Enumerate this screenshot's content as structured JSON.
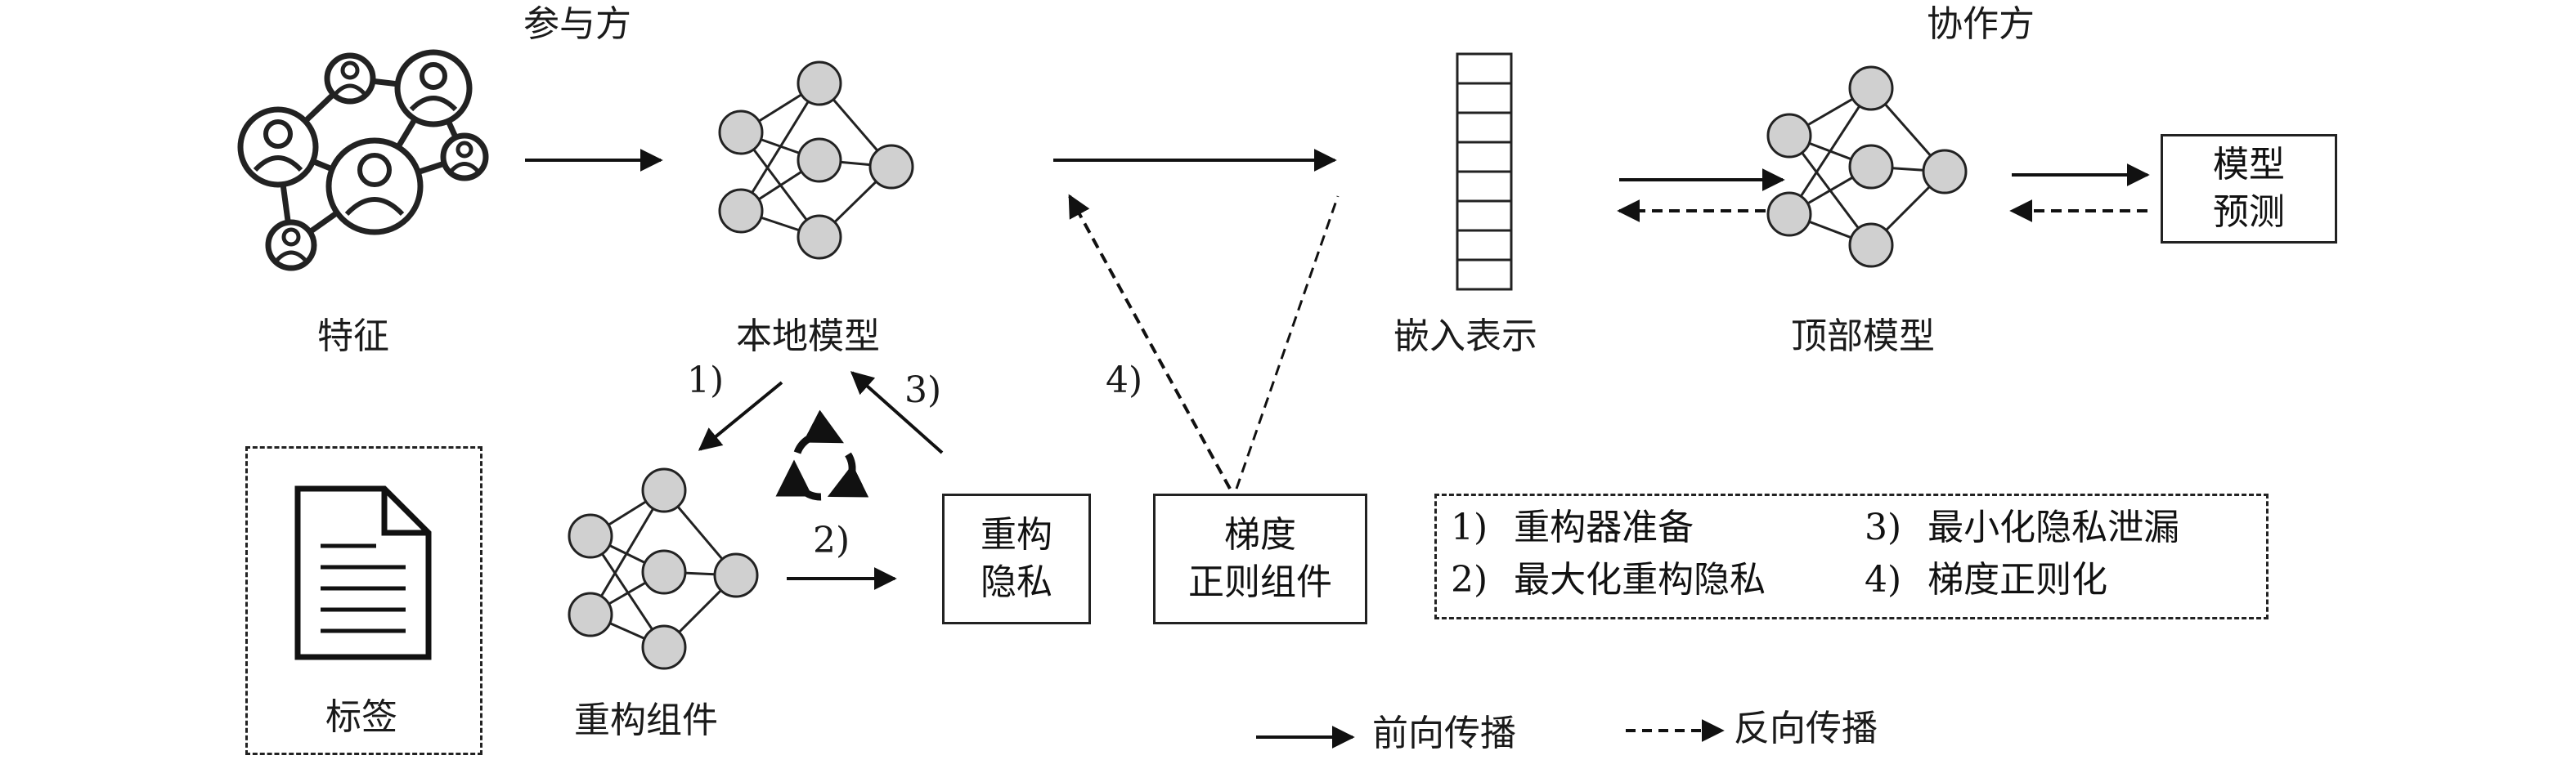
{
  "headers": {
    "participant": "参与方",
    "collaborator": "协作方"
  },
  "labels": {
    "features": "特征",
    "local_model": "本地模型",
    "embedding": "嵌入表示",
    "top_model": "顶部模型",
    "label": "标签",
    "recon_component": "重构组件"
  },
  "boxes": {
    "model_predict": [
      "模型",
      "预测"
    ],
    "recon_privacy": [
      "重构",
      "隐私"
    ],
    "grad_reg": [
      "梯度",
      "正则组件"
    ]
  },
  "steps": {
    "s1": "1)",
    "s2": "2)",
    "s3": "3)",
    "s4": "4)"
  },
  "step_legend": [
    {
      "num": "1)",
      "text": "重构器准备"
    },
    {
      "num": "3)",
      "text": "最小化隐私泄漏"
    },
    {
      "num": "2)",
      "text": "最大化重构隐私"
    },
    {
      "num": "4)",
      "text": "梯度正则化"
    }
  ],
  "arrow_legend": {
    "forward": "前向传播",
    "backward": "反向传播"
  }
}
